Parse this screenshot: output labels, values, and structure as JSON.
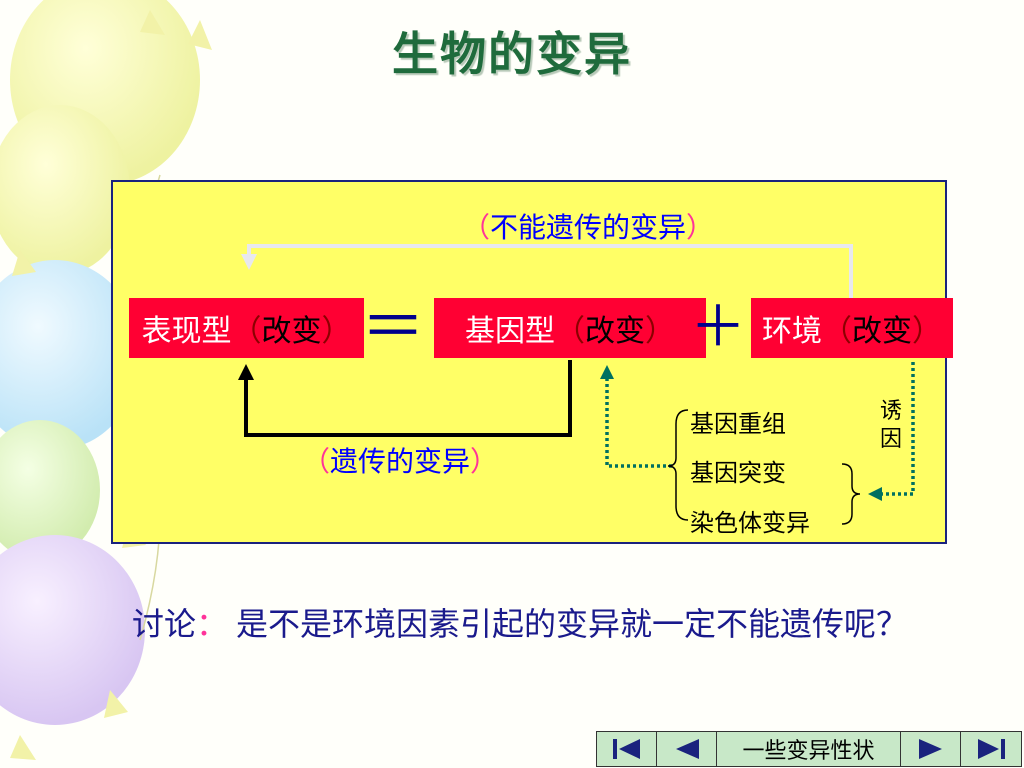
{
  "slide": {
    "title": "生物的变异",
    "diagram": {
      "box_phenotype": {
        "word": "表现型",
        "open": "（",
        "text": "改变",
        "close": "）"
      },
      "box_genotype": {
        "word": "基因型",
        "open": "（",
        "text": "改变",
        "close": "）"
      },
      "box_environment": {
        "word": "环境",
        "open": "（",
        "text": "改变",
        "close": "）"
      },
      "equals": "＝",
      "plus": "＋",
      "top_label": {
        "open": "（",
        "text": "不能遗传的变异",
        "close": "）"
      },
      "bottom_label": {
        "open": "（",
        "text": "遗传的变异",
        "close": "）"
      },
      "sources": [
        "基因重组",
        "基因突变",
        "染色体变异"
      ],
      "inducer": "诱因"
    },
    "discussion": {
      "prefix": "讨论",
      "colon": "：",
      "text": "是不是环境因素引起的变异就一定不能遗传呢？"
    }
  },
  "navigation": {
    "label": "一些变异性状",
    "buttons": [
      "first-slide",
      "previous-slide",
      "next-slide",
      "last-slide"
    ]
  },
  "colors": {
    "box_red": "#ff0033",
    "panel_yellow": "#ffff66",
    "title_green": "#1f6b3c",
    "arrow_teal": "#007060",
    "label_blue": "#0000ff"
  }
}
